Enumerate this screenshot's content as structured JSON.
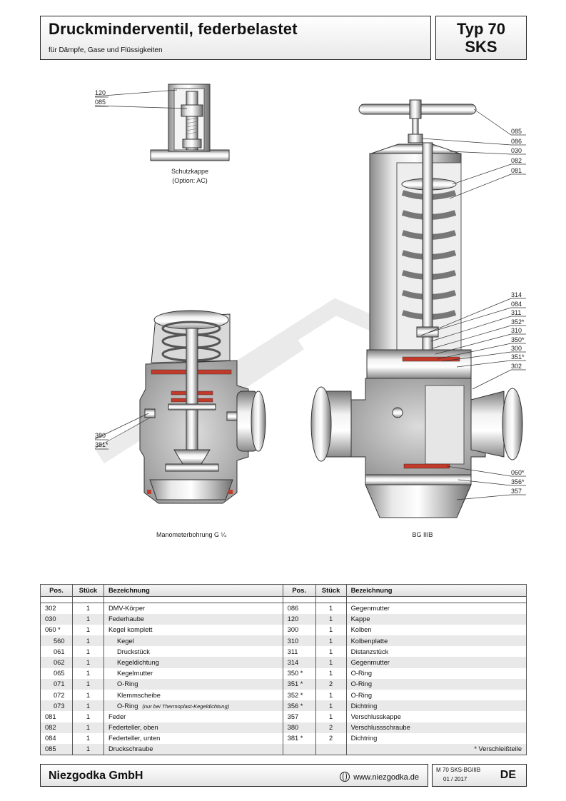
{
  "header": {
    "title": "Druckminderventil, federbelastet",
    "subtitle": "für Dämpfe, Gase und Flüssigkeiten",
    "type_line1": "Typ 70",
    "type_line2": "SKS"
  },
  "drawing": {
    "cap_caption_line1": "Schutzkappe",
    "cap_caption_line2": "(Option: AC)",
    "left_caption": "Manometerbohrung G ¼",
    "right_caption": "BG IIIB",
    "cap_labels": [
      "120",
      "085"
    ],
    "left_labels": [
      "380",
      "381*"
    ],
    "right_labels": [
      "085",
      "086",
      "030",
      "082",
      "081",
      "314",
      "084",
      "311",
      "352*",
      "310",
      "350*",
      "300",
      "351*",
      "302",
      "060*",
      "356*",
      "357"
    ]
  },
  "table": {
    "headers": [
      "Pos.",
      "Stück",
      "Bezeichnung",
      "Pos.",
      "Stück",
      "Bezeichnung"
    ],
    "rows": [
      {
        "p1": "302",
        "s1": "1",
        "b1": "DMV-Körper",
        "p2": "086",
        "s2": "1",
        "b2": "Gegenmutter"
      },
      {
        "p1": "030",
        "s1": "1",
        "b1": "Federhaube",
        "p2": "120",
        "s2": "1",
        "b2": "Kappe"
      },
      {
        "p1": "060 *",
        "s1": "1",
        "b1": "Kegel komplett",
        "p2": "300",
        "s2": "1",
        "b2": "Kolben"
      },
      {
        "p1": "560",
        "s1": "1",
        "b1": "Kegel",
        "p2": "310",
        "s2": "1",
        "b2": "Kolbenplatte"
      },
      {
        "p1": "061",
        "s1": "1",
        "b1": "Druckstück",
        "p2": "311",
        "s2": "1",
        "b2": "Distanzstück"
      },
      {
        "p1": "062",
        "s1": "1",
        "b1": "Kegeldichtung",
        "p2": "314",
        "s2": "1",
        "b2": "Gegenmutter"
      },
      {
        "p1": "065",
        "s1": "1",
        "b1": "Kegelmutter",
        "p2": "350 *",
        "s2": "1",
        "b2": "O-Ring"
      },
      {
        "p1": "071",
        "s1": "1",
        "b1": "O-Ring",
        "p2": "351 *",
        "s2": "2",
        "b2": "O-Ring"
      },
      {
        "p1": "072",
        "s1": "1",
        "b1": "Klemmscheibe",
        "p2": "352 *",
        "s2": "1",
        "b2": "O-Ring"
      },
      {
        "p1": "073",
        "s1": "1",
        "b1": "O-Ring",
        "note": "(nur bei Thermoplast-Kegeldichtung)",
        "p2": "356 *",
        "s2": "1",
        "b2": "Dichtring"
      },
      {
        "p1": "081",
        "s1": "1",
        "b1": "Feder",
        "p2": "357",
        "s2": "1",
        "b2": "Verschlusskappe"
      },
      {
        "p1": "082",
        "s1": "1",
        "b1": "Federteller, oben",
        "p2": "380",
        "s2": "2",
        "b2": "Verschlussschraube"
      },
      {
        "p1": "084",
        "s1": "1",
        "b1": "Federteller, unten",
        "p2": "381 *",
        "s2": "2",
        "b2": "Dichtring"
      },
      {
        "p1": "085",
        "s1": "1",
        "b1": "Druckschraube",
        "p2": "",
        "s2": "",
        "b2": "* Verschleißteile"
      }
    ]
  },
  "footer": {
    "company": "Niezgodka GmbH",
    "website": "www.niezgodka.de",
    "doc_code": "M 70 SKS-BGIIIB",
    "doc_date": "01 / 2017",
    "language": "DE"
  }
}
